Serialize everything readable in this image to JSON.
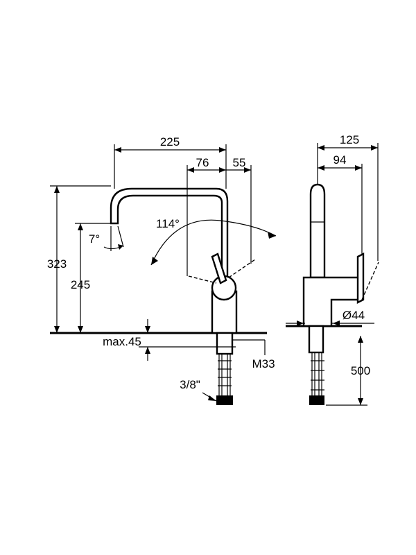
{
  "front_view": {
    "dims": {
      "width_total": "225",
      "width_spout_offset": "76",
      "width_handle": "55",
      "angle_rotation": "114°",
      "angle_tilt": "7°",
      "height_total": "323",
      "height_outlet": "245",
      "deck_thickness": "max.45",
      "thread": "M33",
      "connection": "3/8\""
    }
  },
  "side_view": {
    "dims": {
      "width_total": "125",
      "width_handle": "94",
      "diameter": "Ø44",
      "hose_length": "500"
    }
  }
}
